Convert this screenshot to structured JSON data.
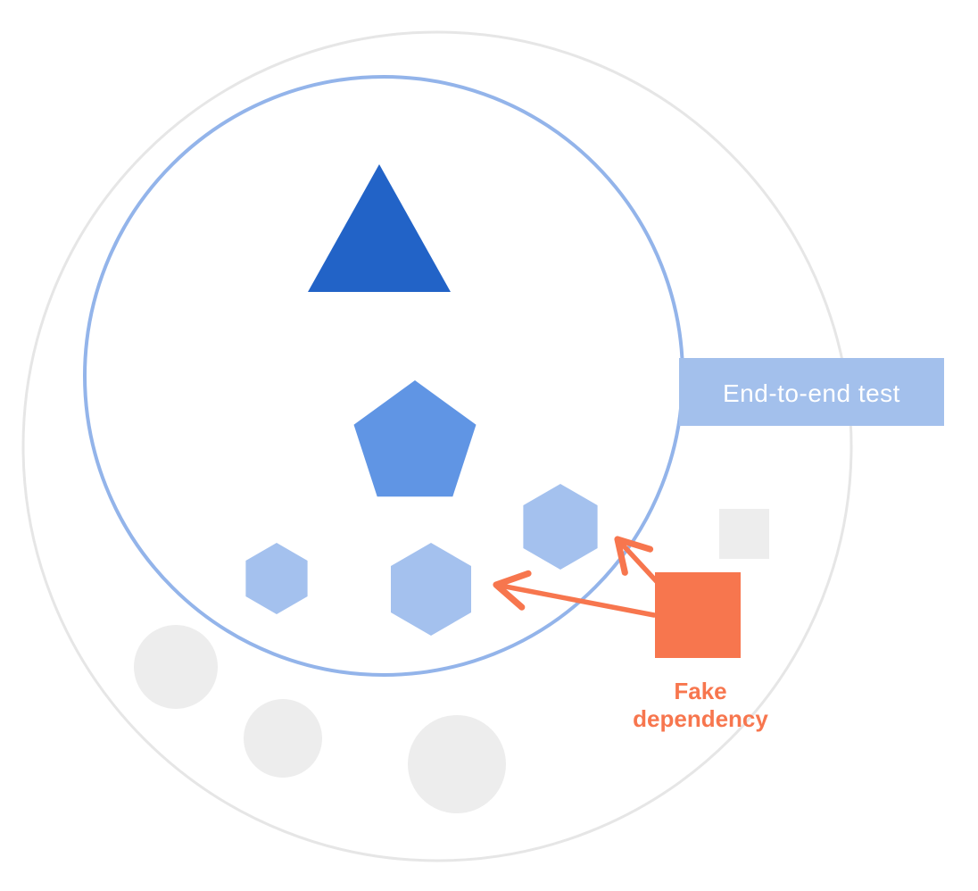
{
  "banner": {
    "label": "End-to-end test"
  },
  "fake_dependency": {
    "line1": "Fake",
    "line2": "dependency"
  },
  "colors": {
    "background": "#ffffff",
    "outer_ring": "#e6e6e6",
    "inner_ring": "#93b4ea",
    "triangle": "#2263c7",
    "pentagon": "#6095e4",
    "hexagon": "#a4c1ee",
    "banner_bg": "#a3c0ec",
    "banner_text": "#ffffff",
    "neutral_shape": "#ededed",
    "accent_orange": "#f7764e"
  }
}
